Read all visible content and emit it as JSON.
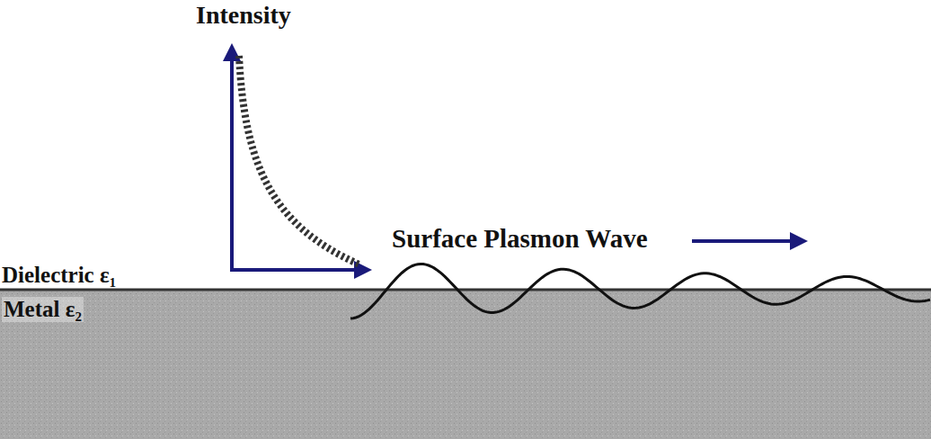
{
  "diagram": {
    "labels": [
      "Intensity",
      "Surface Plasmon Wave",
      "Dielectric ε₁",
      "Metal ε₂"
    ]
  }
}
